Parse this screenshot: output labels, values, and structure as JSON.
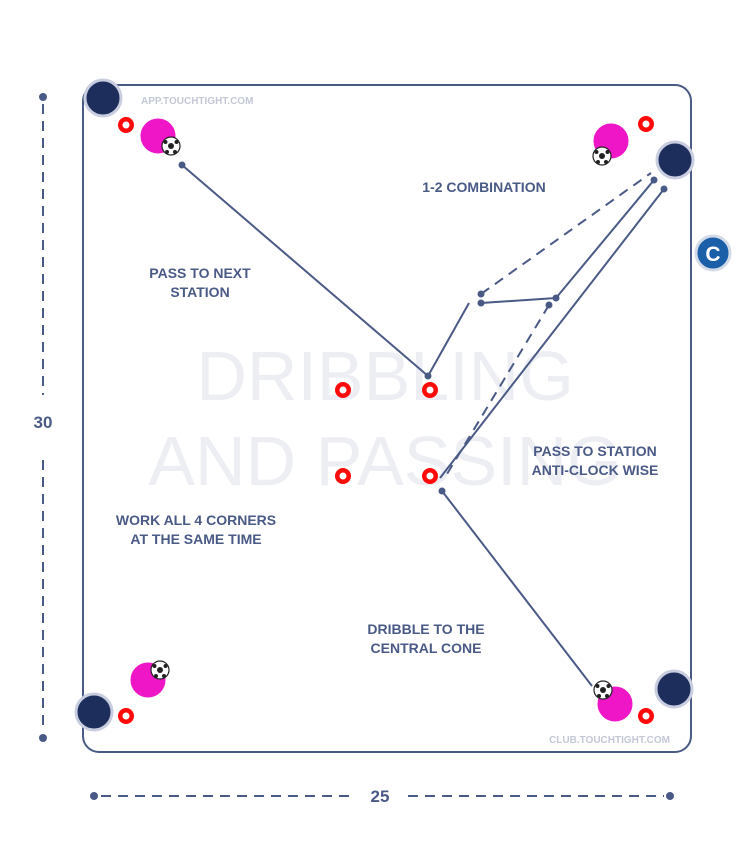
{
  "title_overlay": [
    "DRIBBLING",
    "AND PASSING"
  ],
  "watermarks": {
    "top": "APP.TOUCHTIGHT.COM",
    "bottom": "CLUB.TOUCHTIGHT.COM"
  },
  "dimensions": {
    "height": "30",
    "width": "25"
  },
  "coach_badge": "C",
  "labels": {
    "combination": "1-2 COMBINATION",
    "pass_next": [
      "PASS TO NEXT",
      "STATION"
    ],
    "pass_anti": [
      "PASS TO STATION",
      "ANTI-CLOCK WISE"
    ],
    "work_corners": [
      "WORK ALL 4 CORNERS",
      "AT THE SAME TIME"
    ],
    "dribble": [
      "DRIBBLE TO THE",
      "CENTRAL CONE"
    ]
  },
  "colors": {
    "pitch_border": "#4a5a86",
    "text": "#4a5a86",
    "player": "#1d2e5c",
    "station": "#ee16c7",
    "cone": "#ff0a0a",
    "coach": "#1a5fa8"
  },
  "icons": [
    "player-icon",
    "station-marker-icon",
    "football-icon",
    "cone-icon",
    "coach-icon"
  ]
}
